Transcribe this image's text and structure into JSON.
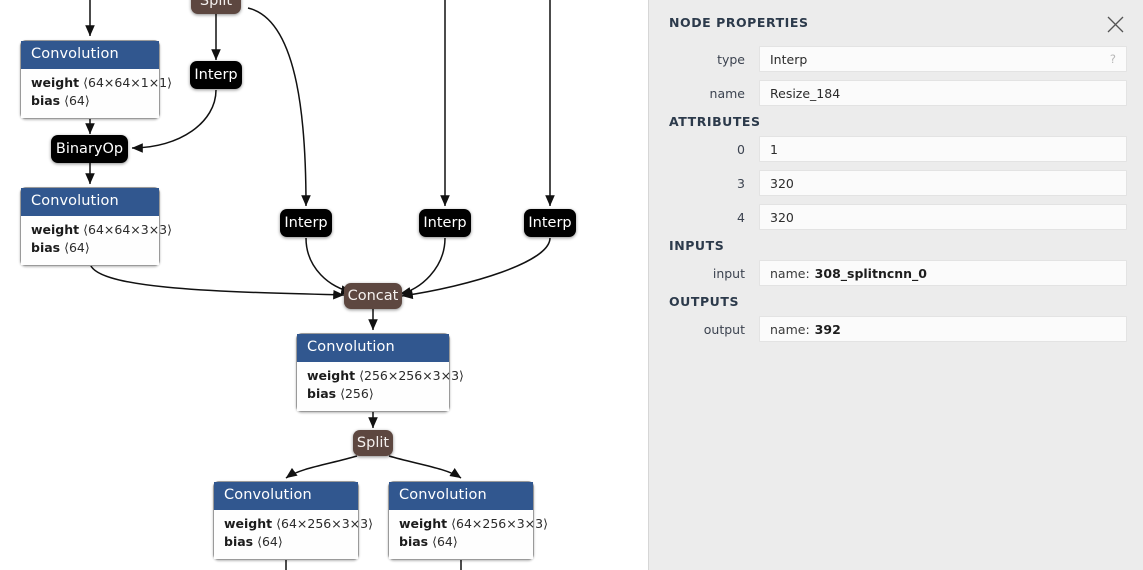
{
  "panel": {
    "title": "NODE PROPERTIES",
    "close_icon": "close-icon",
    "fields": [
      {
        "label": "type",
        "value": "Interp",
        "help": "?"
      },
      {
        "label": "name",
        "value": "Resize_184"
      }
    ],
    "sections": {
      "attributes": "ATTRIBUTES",
      "inputs": "INPUTS",
      "outputs": "OUTPUTS"
    },
    "attributes": [
      {
        "label": "0",
        "value": "1"
      },
      {
        "label": "3",
        "value": "320"
      },
      {
        "label": "4",
        "value": "320"
      }
    ],
    "inputs": [
      {
        "label": "input",
        "prefix": "name:",
        "value": "308_splitncnn_0"
      }
    ],
    "outputs": [
      {
        "label": "output",
        "prefix": "name:",
        "value": "392"
      }
    ]
  },
  "graph": {
    "nodes": [
      {
        "id": "split_top",
        "kind": "brown",
        "label": "Split"
      },
      {
        "id": "conv_1",
        "kind": "layer",
        "label": "Convolution",
        "rows": [
          {
            "k": "weight",
            "v": "⟨64×64×1×1⟩"
          },
          {
            "k": "bias",
            "v": "⟨64⟩"
          }
        ]
      },
      {
        "id": "interp_1",
        "kind": "black",
        "label": "Interp"
      },
      {
        "id": "binaryop",
        "kind": "black",
        "label": "BinaryOp"
      },
      {
        "id": "conv_2",
        "kind": "layer",
        "label": "Convolution",
        "rows": [
          {
            "k": "weight",
            "v": "⟨64×64×3×3⟩"
          },
          {
            "k": "bias",
            "v": "⟨64⟩"
          }
        ]
      },
      {
        "id": "interp_2",
        "kind": "black",
        "label": "Interp"
      },
      {
        "id": "interp_3",
        "kind": "black",
        "label": "Interp"
      },
      {
        "id": "interp_4",
        "kind": "black",
        "label": "Interp"
      },
      {
        "id": "concat",
        "kind": "brown",
        "label": "Concat"
      },
      {
        "id": "conv_3",
        "kind": "layer",
        "label": "Convolution",
        "rows": [
          {
            "k": "weight",
            "v": "⟨256×256×3×3⟩"
          },
          {
            "k": "bias",
            "v": "⟨256⟩"
          }
        ]
      },
      {
        "id": "split_mid",
        "kind": "brown",
        "label": "Split"
      },
      {
        "id": "conv_4",
        "kind": "layer",
        "label": "Convolution",
        "rows": [
          {
            "k": "weight",
            "v": "⟨64×256×3×3⟩"
          },
          {
            "k": "bias",
            "v": "⟨64⟩"
          }
        ]
      },
      {
        "id": "conv_5",
        "kind": "layer",
        "label": "Convolution",
        "rows": [
          {
            "k": "weight",
            "v": "⟨64×256×3×3⟩"
          },
          {
            "k": "bias",
            "v": "⟨64⟩"
          }
        ]
      }
    ]
  }
}
